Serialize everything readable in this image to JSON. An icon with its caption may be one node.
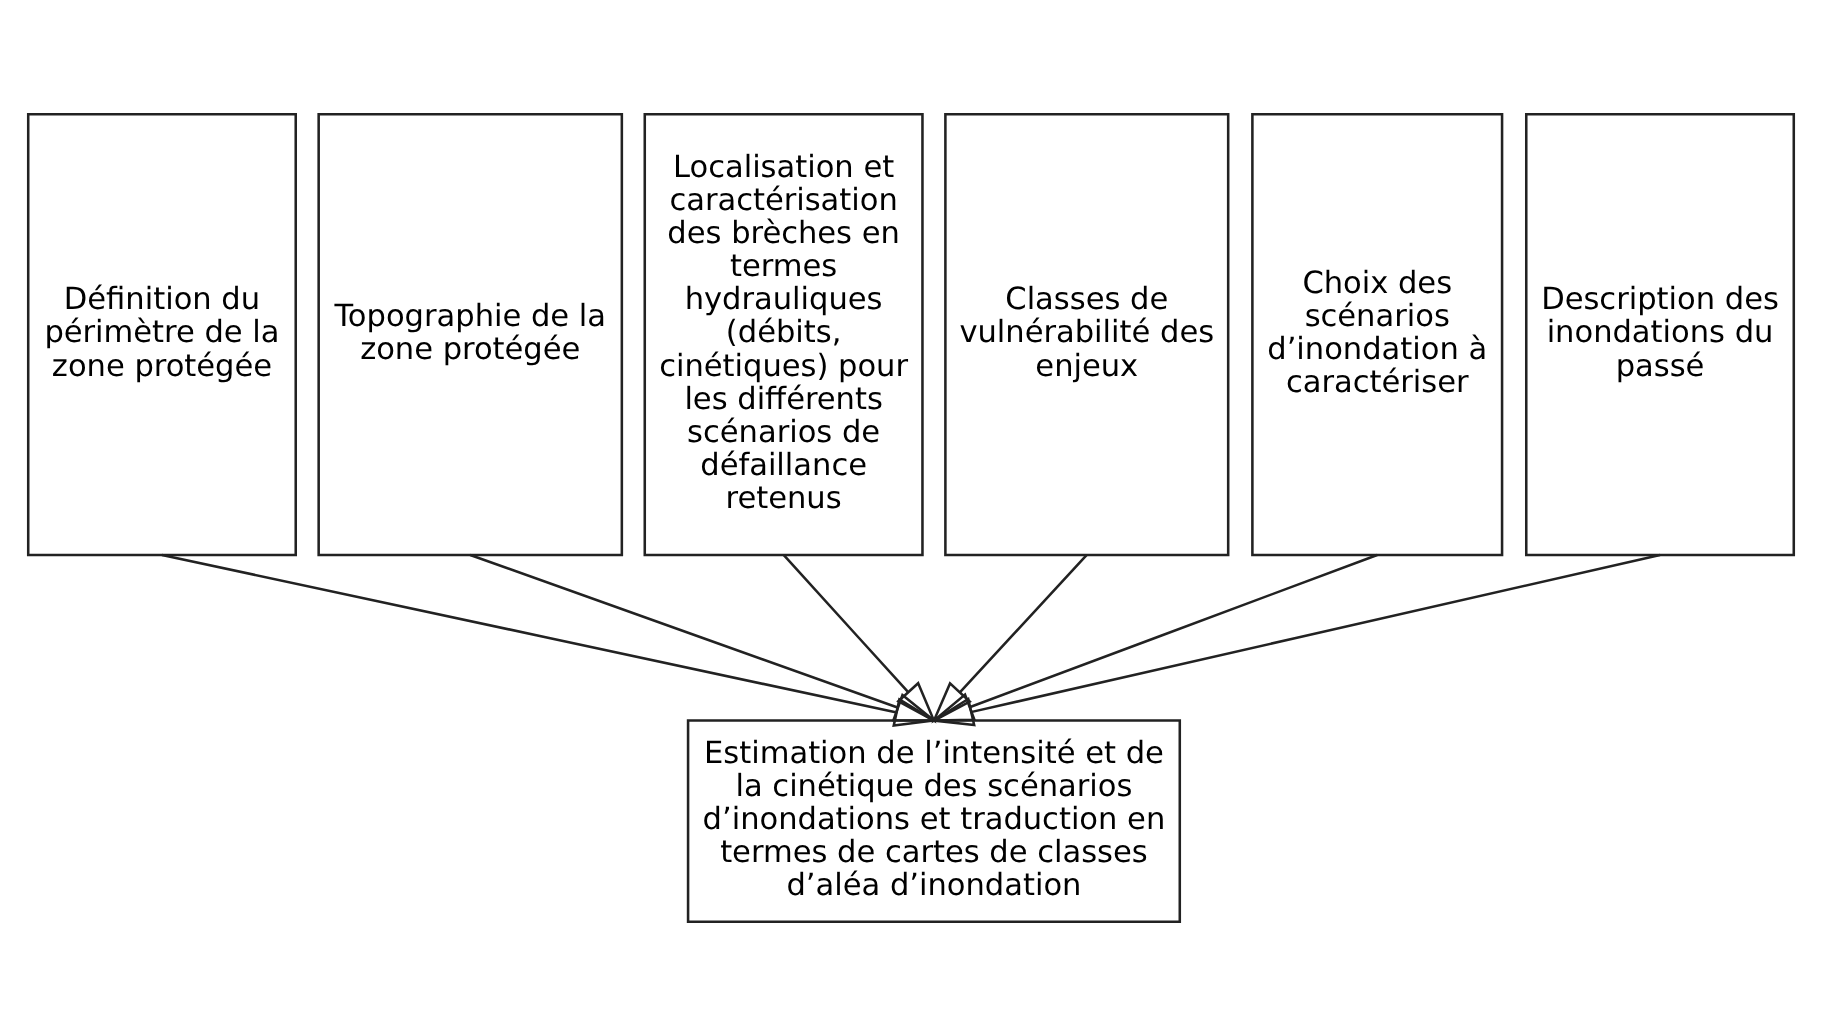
{
  "diagram": {
    "nodes": [
      {
        "text": [
          "Définition du périmètre de la zone protégée"
        ]
      },
      {
        "text": [
          "Topographie de la zone protégée"
        ]
      },
      {
        "text": [
          "Localisation et caractérisation des brèches en termes hydrauliques (débits, cinétiques) pour les différents scénarios de défaillance retenus"
        ]
      },
      {
        "text": [
          "Classes de vulnérabilité des enjeux"
        ]
      },
      {
        "text": [
          "Choix des scénarios d’inondation à caractériser"
        ]
      },
      {
        "text": [
          "Description des inondations du passé"
        ]
      },
      {
        "text": [
          "Estimation de l’intensité et de la cinétique des scénarios d’inondations et traduction en termes de cartes de classes d’aléa d’inondation"
        ]
      }
    ],
    "edges": [
      {
        "from": 0,
        "to": 6,
        "arrow": "to"
      },
      {
        "from": 1,
        "to": 6,
        "arrow": "to"
      },
      {
        "from": 2,
        "to": 6,
        "arrow": "to"
      },
      {
        "from": 3,
        "to": 6,
        "arrow": "to"
      },
      {
        "from": 4,
        "to": 6,
        "arrow": "to"
      },
      {
        "from": 5,
        "to": 6,
        "arrow": "to"
      }
    ]
  }
}
